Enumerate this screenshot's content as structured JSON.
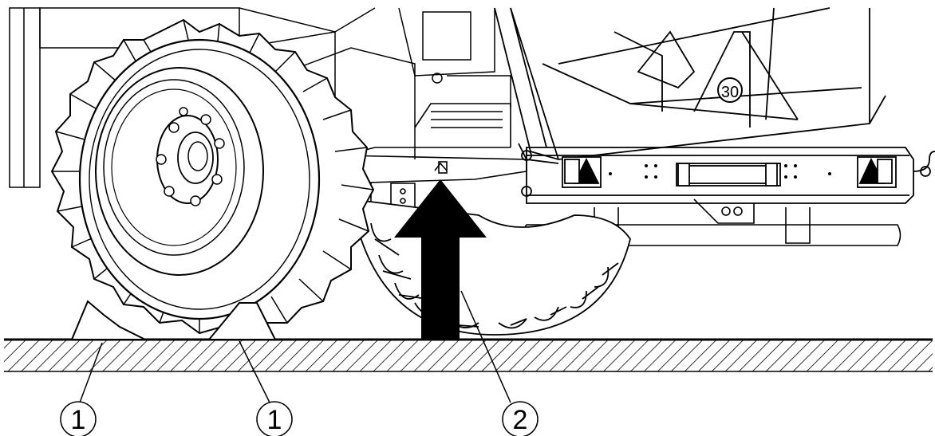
{
  "figure": {
    "decal_speed": "30",
    "callouts": [
      {
        "id": "chock-left",
        "label": "1"
      },
      {
        "id": "chock-right",
        "label": "1"
      },
      {
        "id": "jack-point",
        "label": "2"
      }
    ],
    "arrow_direction": "up",
    "colors": {
      "line": "#000000",
      "background": "#ffffff",
      "arrow": "#000000"
    }
  }
}
